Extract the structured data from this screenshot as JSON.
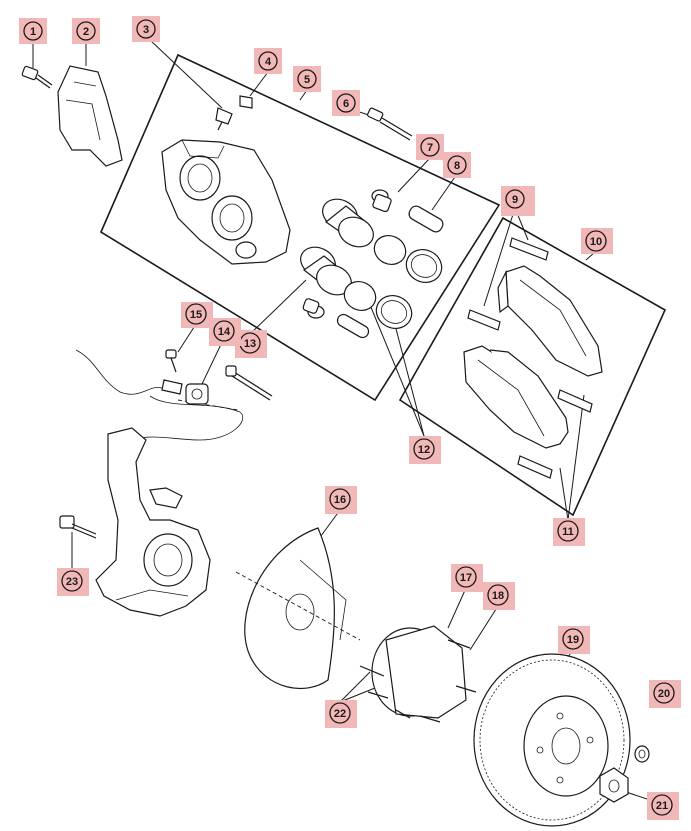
{
  "callouts": [
    {
      "id": "callout-1",
      "label": "1"
    },
    {
      "id": "callout-2",
      "label": "2"
    },
    {
      "id": "callout-3",
      "label": "3"
    },
    {
      "id": "callout-4",
      "label": "4"
    },
    {
      "id": "callout-5",
      "label": "5"
    },
    {
      "id": "callout-6",
      "label": "6"
    },
    {
      "id": "callout-7",
      "label": "7"
    },
    {
      "id": "callout-8",
      "label": "8"
    },
    {
      "id": "callout-9",
      "label": "9"
    },
    {
      "id": "callout-10",
      "label": "10"
    },
    {
      "id": "callout-11",
      "label": "11"
    },
    {
      "id": "callout-12",
      "label": "12"
    },
    {
      "id": "callout-13",
      "label": "13"
    },
    {
      "id": "callout-14",
      "label": "14"
    },
    {
      "id": "callout-15",
      "label": "15"
    },
    {
      "id": "callout-16",
      "label": "16"
    },
    {
      "id": "callout-17",
      "label": "17"
    },
    {
      "id": "callout-18",
      "label": "18"
    },
    {
      "id": "callout-19",
      "label": "19"
    },
    {
      "id": "callout-20",
      "label": "20"
    },
    {
      "id": "callout-21",
      "label": "21"
    },
    {
      "id": "callout-22",
      "label": "22"
    },
    {
      "id": "callout-23",
      "label": "23"
    }
  ],
  "colors": {
    "callout_highlight": "#f2b8b8",
    "line_art": "#1a1a1a",
    "background": "#ffffff"
  }
}
